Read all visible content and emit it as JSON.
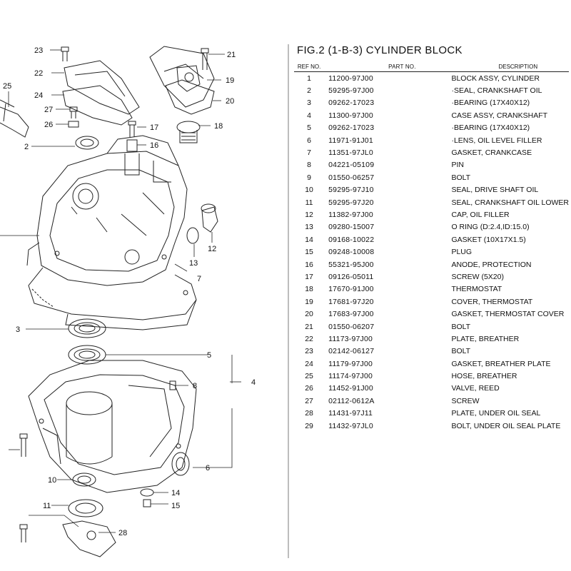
{
  "figure": {
    "title": "FIG.2 (1-B-3) CYLINDER BLOCK",
    "columns": {
      "ref": "REF NO.",
      "part": "PART NO.",
      "desc": "DESCRIPTION"
    },
    "parts": [
      {
        "ref": "1",
        "part": "11200-97J00",
        "desc": "BLOCK ASSY, CYLINDER"
      },
      {
        "ref": "2",
        "part": "59295-97J00",
        "desc": "·SEAL, CRANKSHAFT OIL"
      },
      {
        "ref": "3",
        "part": "09262-17023",
        "desc": "·BEARING (17X40X12)"
      },
      {
        "ref": "4",
        "part": "11300-97J00",
        "desc": "CASE ASSY, CRANKSHAFT"
      },
      {
        "ref": "5",
        "part": "09262-17023",
        "desc": "·BEARING (17X40X12)"
      },
      {
        "ref": "6",
        "part": "11971-91J01",
        "desc": "·LENS, OIL LEVEL FILLER"
      },
      {
        "ref": "7",
        "part": "11351-97JL0",
        "desc": "GASKET, CRANKCASE"
      },
      {
        "ref": "8",
        "part": "04221-05109",
        "desc": "PIN"
      },
      {
        "ref": "9",
        "part": "01550-06257",
        "desc": "BOLT"
      },
      {
        "ref": "10",
        "part": "59295-97J10",
        "desc": "SEAL, DRIVE SHAFT OIL"
      },
      {
        "ref": "11",
        "part": "59295-97J20",
        "desc": "SEAL, CRANKSHAFT OIL LOWER"
      },
      {
        "ref": "12",
        "part": "11382-97J00",
        "desc": "CAP, OIL FILLER"
      },
      {
        "ref": "13",
        "part": "09280-15007",
        "desc": "O RING (D:2.4,ID:15.0)"
      },
      {
        "ref": "14",
        "part": "09168-10022",
        "desc": "GASKET (10X17X1.5)"
      },
      {
        "ref": "15",
        "part": "09248-10008",
        "desc": "PLUG"
      },
      {
        "ref": "16",
        "part": "55321-95J00",
        "desc": "ANODE, PROTECTION"
      },
      {
        "ref": "17",
        "part": "09126-05011",
        "desc": "SCREW (5X20)"
      },
      {
        "ref": "18",
        "part": "17670-91J00",
        "desc": "THERMOSTAT"
      },
      {
        "ref": "19",
        "part": "17681-97J20",
        "desc": "COVER, THERMOSTAT"
      },
      {
        "ref": "20",
        "part": "17683-97J00",
        "desc": "GASKET, THERMOSTAT COVER"
      },
      {
        "ref": "21",
        "part": "01550-06207",
        "desc": "BOLT"
      },
      {
        "ref": "22",
        "part": "11173-97J00",
        "desc": "PLATE, BREATHER"
      },
      {
        "ref": "23",
        "part": "02142-06127",
        "desc": "BOLT"
      },
      {
        "ref": "24",
        "part": "11179-97J00",
        "desc": "GASKET, BREATHER PLATE"
      },
      {
        "ref": "25",
        "part": "11174-97J00",
        "desc": "HOSE, BREATHER"
      },
      {
        "ref": "26",
        "part": "11452-91J00",
        "desc": "VALVE, REED"
      },
      {
        "ref": "27",
        "part": "02112-0612A",
        "desc": "SCREW"
      },
      {
        "ref": "28",
        "part": "11431-97J11",
        "desc": "PLATE, UNDER OIL SEAL"
      },
      {
        "ref": "29",
        "part": "11432-97JL0",
        "desc": "BOLT, UNDER OIL SEAL PLATE"
      }
    ]
  },
  "diagram": {
    "callouts": {
      "c2": "2",
      "c3": "3",
      "c4": "4",
      "c5": "5",
      "c6": "6",
      "c7": "7",
      "c8": "8",
      "c10": "10",
      "c11": "11",
      "c12": "12",
      "c13": "13",
      "c14": "14",
      "c15": "15",
      "c16": "16",
      "c17": "17",
      "c18": "18",
      "c19": "19",
      "c20": "20",
      "c21": "21",
      "c22": "22",
      "c23": "23",
      "c24": "24",
      "c25": "25",
      "c26": "26",
      "c27": "27",
      "c28": "28"
    }
  }
}
